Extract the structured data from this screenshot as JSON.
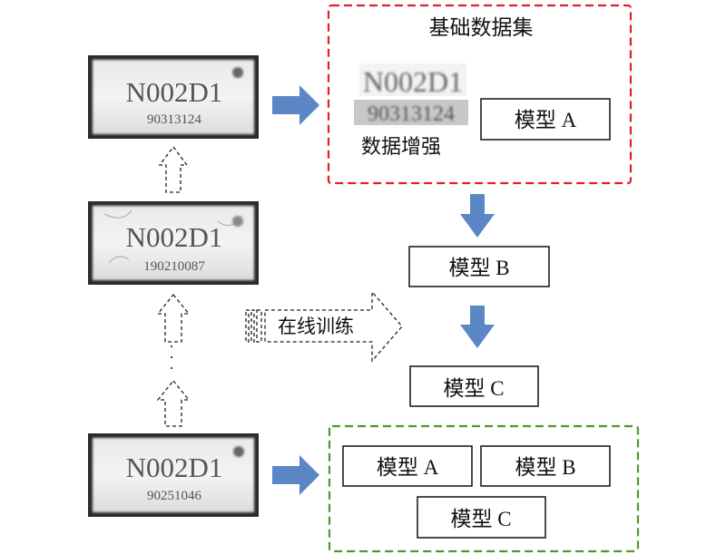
{
  "chips": [
    {
      "id": "chip-top",
      "code": "N002D1",
      "serial": "90313124"
    },
    {
      "id": "chip-middle",
      "code": "N002D1",
      "serial": "190210087"
    },
    {
      "id": "chip-bottom",
      "code": "N002D1",
      "serial": "90251046"
    }
  ],
  "base_dataset": {
    "title": "基础数据集",
    "sample_code": "N002D1",
    "sample_serial": "90313124",
    "augment_label": "数据增强",
    "model_label": "模型 A"
  },
  "model_b_label": "模型 B",
  "model_c_label": "模型 C",
  "online_training_label": "在线训练",
  "dots": "·\n·\n·",
  "final_group": {
    "models": [
      "模型 A",
      "模型 B",
      "模型 C"
    ]
  },
  "colors": {
    "red_dash": "#e0202a",
    "green_dash": "#4c9a2a",
    "arrow_blue": "#5b87c6"
  }
}
